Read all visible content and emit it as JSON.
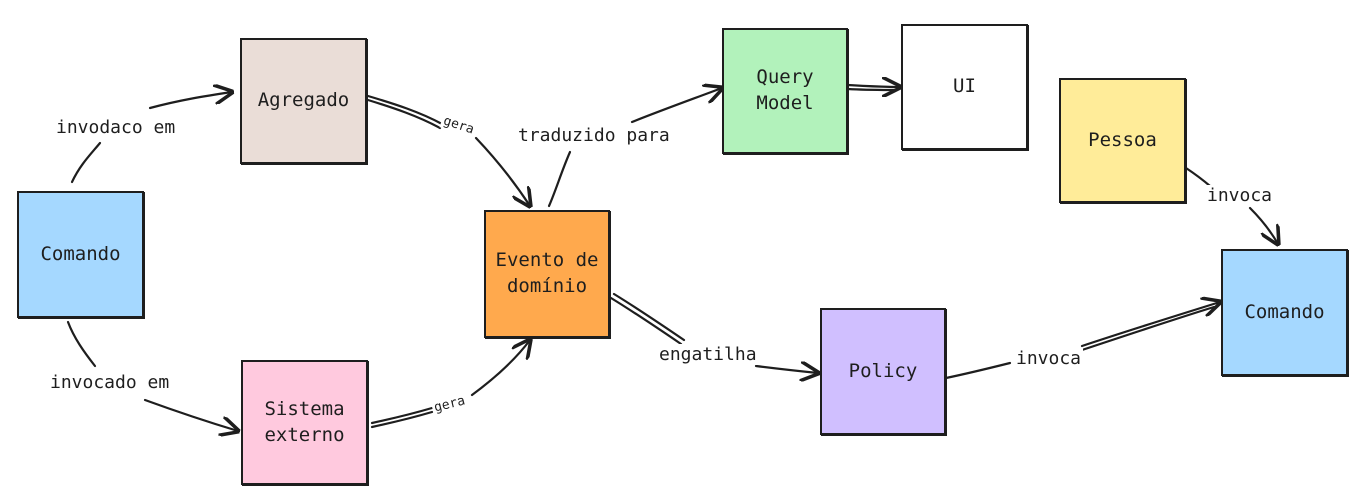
{
  "nodes": {
    "comando_left": {
      "label": "Comando",
      "color": "#a5d8ff"
    },
    "agregado": {
      "label": "Agregado",
      "color": "#eaddd7"
    },
    "sistema_externo": {
      "label": "Sistema\nexterno",
      "color": "#ffc9de"
    },
    "evento": {
      "label": "Evento de\ndomínio",
      "color": "#ffa94d"
    },
    "query_model": {
      "label": "Query\nModel",
      "color": "#b2f2bb"
    },
    "ui": {
      "label": "UI",
      "color": "#ffffff"
    },
    "pessoa": {
      "label": "Pessoa",
      "color": "#ffec99"
    },
    "policy": {
      "label": "Policy",
      "color": "#d0bfff"
    },
    "comando_right": {
      "label": "Comando",
      "color": "#a5d8ff"
    }
  },
  "edges": {
    "invocado_em_top": {
      "label": "invodaco em"
    },
    "invocado_em_bottom": {
      "label": "invocado em"
    },
    "gera_agregado": {
      "label": "gera"
    },
    "gera_sistema": {
      "label": "gera"
    },
    "traduzido_para": {
      "label": "traduzido para"
    },
    "engatilha": {
      "label": "engatilha"
    },
    "invoca_policy": {
      "label": "invoca"
    },
    "invoca_pessoa": {
      "label": "invoca"
    }
  },
  "stroke_color": "#1e1e1e"
}
